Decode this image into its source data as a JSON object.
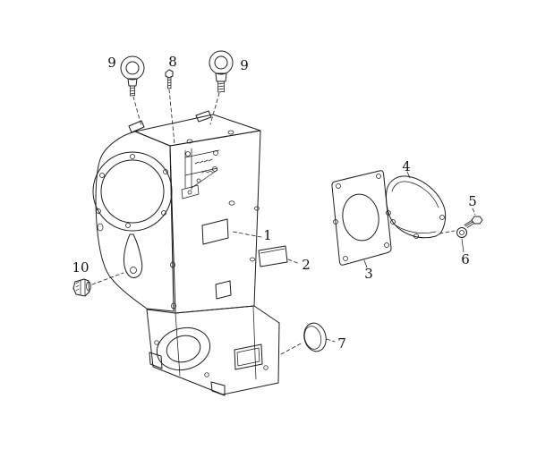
{
  "figure": {
    "type": "exploded-parts-diagram",
    "background": "#ffffff",
    "line_color": "#1c1c1c",
    "label_color": "#111111"
  },
  "part_labels": {
    "p1": "1",
    "p2": "2",
    "p3": "3",
    "p4": "4",
    "p5": "5",
    "p6": "6",
    "p7": "7",
    "p8": "8",
    "p9_left": "9",
    "p9_right": "9",
    "p10": "10"
  }
}
